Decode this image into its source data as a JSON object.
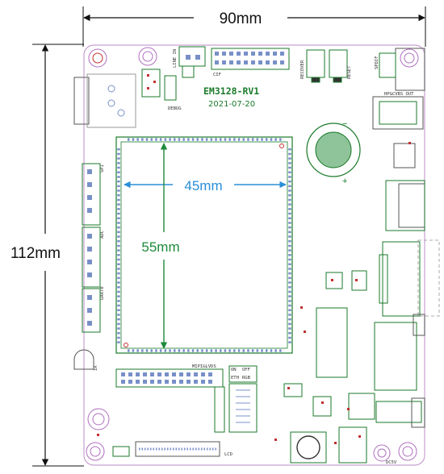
{
  "dimensions": {
    "width_label": "90mm",
    "height_label": "112mm",
    "inner_width_label": "45mm",
    "inner_height_label": "55mm"
  },
  "board": {
    "name": "EM3128-RV1",
    "date": "2021-07-20"
  },
  "silkscreen": {
    "line_in": "LINE IN",
    "cif": "CIF",
    "recover": "RECOVER",
    "reset": "RESET",
    "spdif": "SPDIF",
    "debug": "DEBUG",
    "hp_cvbs_out": "HP&CVBS OUT",
    "spi": "SPI",
    "adc": "ADC",
    "uart0": "UART0",
    "ir": "IR",
    "mipi_lvds": "MIPI&LVDS",
    "on": "ON",
    "off": "OFF",
    "eth": "ETH",
    "rgb": "RGB",
    "lcd": "LCD",
    "dc5v": "DC5V"
  },
  "colors": {
    "outline": "#c8a0d0",
    "copper_green": "#1a7a2a",
    "pad_blue": "#7890c8",
    "arrow_blue": "#2a8fd8",
    "arrow_green": "#1d8a3a",
    "battery_fill": "#8fc49a",
    "pad_red": "#c03030"
  }
}
